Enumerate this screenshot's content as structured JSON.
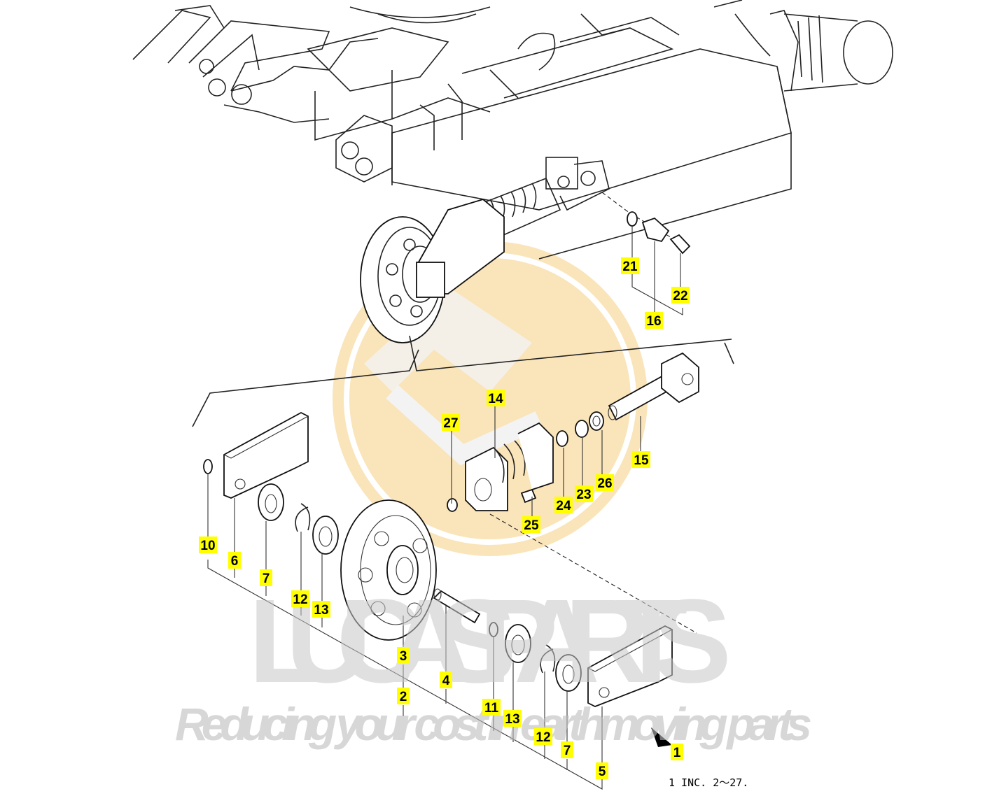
{
  "watermark": {
    "brand": "LUCAS PARTS",
    "tagline": "Reducing your cost in earthmoving parts",
    "logo_color": "#f6c565"
  },
  "note": "1  INC. 2～27.",
  "colors": {
    "callout": "#ffff00",
    "line": "#222222"
  },
  "callouts": [
    "21",
    "16",
    "22",
    "14",
    "27",
    "15",
    "24",
    "23",
    "26",
    "25",
    "10",
    "6",
    "7",
    "12",
    "13",
    "3",
    "4",
    "2",
    "11",
    "13",
    "12",
    "7",
    "5",
    "1"
  ]
}
